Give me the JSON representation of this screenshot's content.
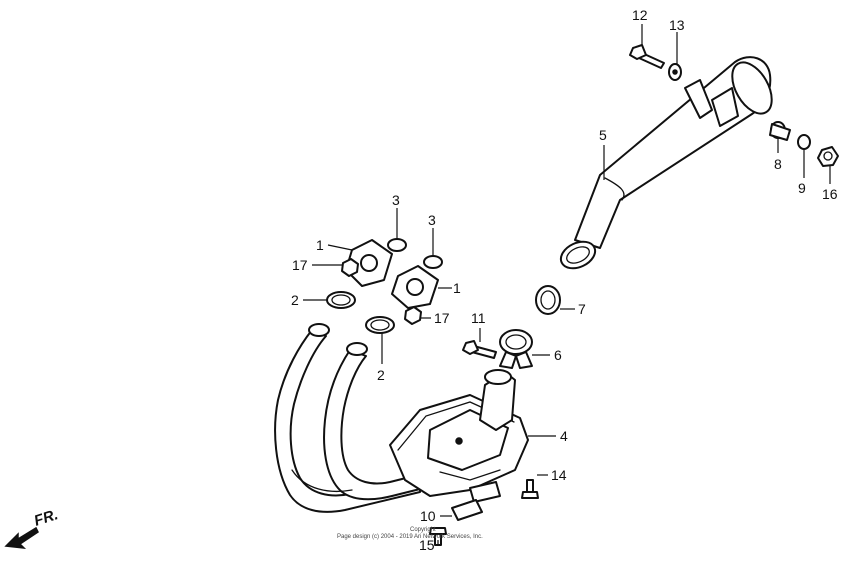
{
  "callouts": {
    "c1a": "1",
    "c1b": "1",
    "c2a": "2",
    "c2b": "2",
    "c3a": "3",
    "c3b": "3",
    "c4": "4",
    "c5": "5",
    "c6": "6",
    "c7": "7",
    "c8": "8",
    "c9": "9",
    "c10": "10",
    "c11": "11",
    "c12": "12",
    "c13": "13",
    "c14": "14",
    "c15": "15",
    "c16": "16",
    "c17a": "17",
    "c17b": "17"
  },
  "front_indicator": "FR.",
  "copyright": {
    "line1": "Copyright",
    "line2": "Page design (c) 2004 - 2019 Ari Network Services, Inc."
  }
}
